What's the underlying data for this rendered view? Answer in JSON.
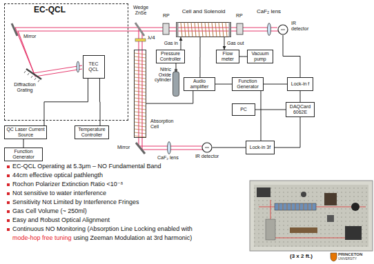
{
  "diagram": {
    "nodes": [
      {
        "text": [
          "EC-QCL"
        ]
      },
      {
        "text": [
          "TEC QCL"
        ],
        "in": 0
      },
      {
        "text": [
          "Cell and Solenoid"
        ]
      },
      {
        "text": [
          "IR detector"
        ]
      },
      {
        "text": [
          "Pressure Controller"
        ]
      },
      {
        "text": [
          "Flow meter"
        ]
      },
      {
        "text": [
          "Vacuum pump"
        ]
      },
      {
        "text": [
          "Nitric Oxide cylinder"
        ]
      },
      {
        "text": [
          "Audio amplifier"
        ]
      },
      {
        "text": [
          "Function Generator"
        ]
      },
      {
        "text": [
          "Lock-in f"
        ]
      },
      {
        "text": [
          "PC"
        ]
      },
      {
        "text": [
          "DAQCard 6062E"
        ]
      },
      {
        "text": [
          "Absorption Cell"
        ]
      },
      {
        "text": [
          "QC Laser Current Source"
        ]
      },
      {
        "text": [
          "Temperature Controller"
        ]
      },
      {
        "text": [
          "Function Generator"
        ]
      },
      {
        "text": [
          "IR detector"
        ]
      },
      {
        "text": [
          "Lock-in 3f"
        ]
      }
    ],
    "edges": [
      {
        "from": 4,
        "to": 2,
        "label": "Gas in",
        "arrow": "to"
      },
      {
        "from": 2,
        "to": 5,
        "label": "Gas out",
        "arrow": "to"
      },
      {
        "from": 5,
        "to": 6,
        "arrow": "none"
      },
      {
        "from": 7,
        "to": 4,
        "arrow": "none"
      },
      {
        "from": 8,
        "to": 2,
        "arrow": "none"
      },
      {
        "from": 8,
        "to": 13,
        "arrow": "none"
      },
      {
        "from": 9,
        "to": 8,
        "arrow": "none"
      },
      {
        "from": 9,
        "to": 10,
        "arrow": "none"
      },
      {
        "from": 3,
        "to": 10,
        "arrow": "none"
      },
      {
        "from": 10,
        "to": 12,
        "arrow": "none"
      },
      {
        "from": 11,
        "to": 12,
        "arrow": "none"
      },
      {
        "from": 9,
        "to": 18,
        "arrow": "none"
      },
      {
        "from": 18,
        "to": 12,
        "arrow": "none"
      },
      {
        "from": 17,
        "to": 18,
        "arrow": "none"
      },
      {
        "from": 14,
        "to": 1,
        "arrow": "none"
      },
      {
        "from": 15,
        "to": 1,
        "arrow": "none"
      },
      {
        "from": 16,
        "to": 14,
        "arrow": "none"
      }
    ],
    "labels": [
      "Mirror",
      "Diffraction Grating",
      "Wedge ZnSe",
      "RP",
      "RP",
      "CaF₂ lens",
      "λ/4",
      "Mirror",
      "CaF₂ lens",
      "EC-QCL Operating at 5.3μm – NO Fundamental Band",
      "44cm effective optical pathlength",
      "Rochon Polarizer Extinction Ratio <10⁻⁸",
      "Not sensitive to water interference",
      "Sensitivity Not Limited by Interference Fringes",
      "Gas Cell Volume (~ 250ml)",
      "Easy and Robust Optical Alignment",
      "Continuous NO Monitoring (Absorption Line Locking enabled with",
      "mode-hop free tuning",
      "using Zeeman Modulation at 3rd harmonic)",
      "(3 x 2 ft.)",
      "PRINCETON",
      "UNIVERSITY"
    ]
  }
}
